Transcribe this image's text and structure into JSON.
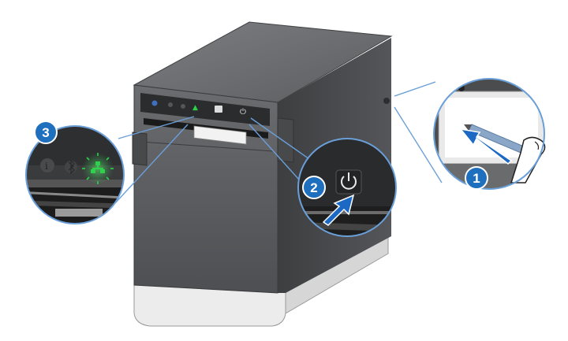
{
  "steps": [
    {
      "number": "1"
    },
    {
      "number": "2"
    },
    {
      "number": "3"
    }
  ],
  "icons": {
    "power": "power-icon",
    "paper_feed": "paper-feed-icon",
    "network_status": "network-status-icon",
    "bluetooth": "bluetooth-icon",
    "info": "info-icon",
    "hand_press": "hand-pointer-icon",
    "stylus": "stylus-tool-icon"
  },
  "colors": {
    "step_badge": "#1f6fbf",
    "step_badge_border": "#ffffff",
    "arrow_blue": "#1b69c4",
    "led_green": "#2bd24a",
    "printer_body": "#5f6062",
    "printer_top": "#6e6f72",
    "printer_base": "#e6e6e6",
    "callout_outline": "#4a8fd6"
  }
}
